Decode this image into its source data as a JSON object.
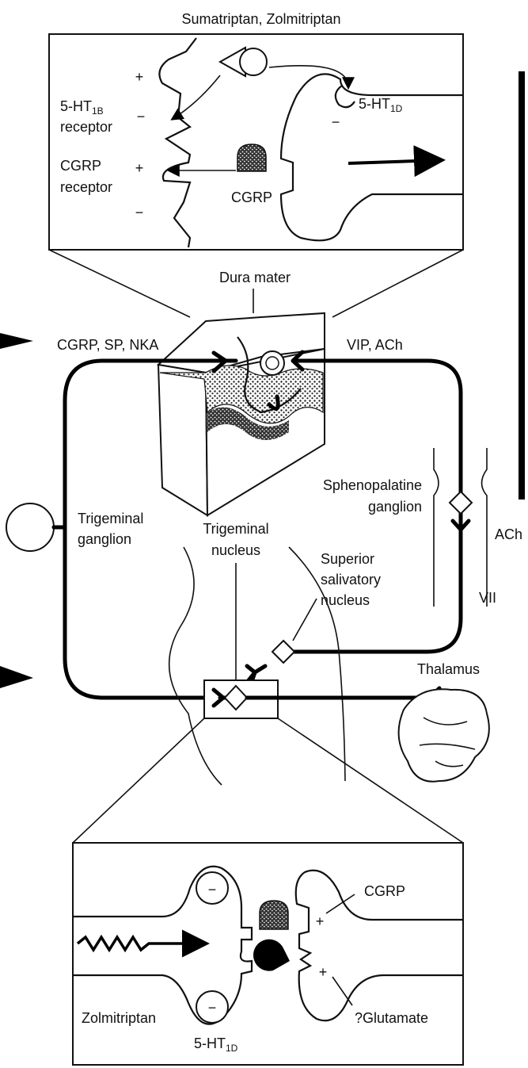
{
  "labels": {
    "title_drugs": "Sumatriptan, Zolmitriptan",
    "receptor_1b_main": "5-HT",
    "receptor_1b_sub": "1B",
    "receptor_word_1": "receptor",
    "receptor_1d_main": "5-HT",
    "receptor_1d_sub": "1D",
    "cgrp_receptor": "CGRP",
    "receptor_word_2": "receptor",
    "cgrp_top": "CGRP",
    "dura_mater": "Dura mater",
    "neuropeptides": "CGRP, SP, NKA",
    "vip_ach": "VIP, ACh",
    "sphenopalatine": "Sphenopalatine",
    "ganglion_sp": "ganglion",
    "ach_right": "ACh",
    "trigeminal_ganglion_1": "Trigeminal",
    "trigeminal_ganglion_2": "ganglion",
    "trigeminal_nucleus_1": "Trigeminal",
    "trigeminal_nucleus_2": "nucleus",
    "superior_1": "Superior",
    "superior_2": "salivatory",
    "superior_3": "nucleus",
    "vii": "VII",
    "thalamus": "Thalamus",
    "cgrp_bottom": "CGRP",
    "glutamate": "?Glutamate",
    "zolmitriptan": "Zolmitriptan",
    "receptor_1d_bottom_main": "5-HT",
    "receptor_1d_bottom_sub": "1D"
  },
  "signs": {
    "plus": "+",
    "minus": "−"
  }
}
